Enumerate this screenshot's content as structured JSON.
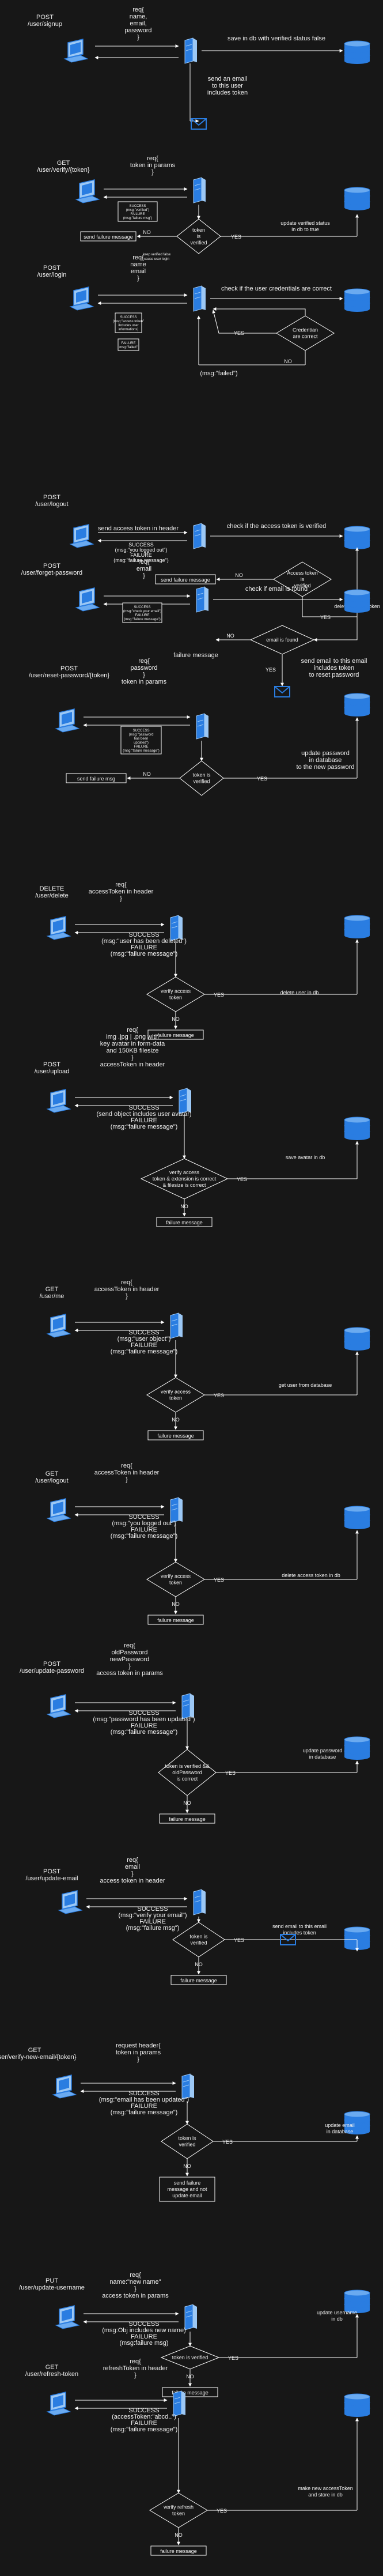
{
  "colors": {
    "background": "#171717",
    "line": "#ffffff",
    "text": "#f0f0f0",
    "icon_blue": "#2a7de1",
    "icon_light": "#9cc8f5"
  },
  "icons": {
    "client": "computer-icon",
    "server": "server-icon",
    "database": "database-icon",
    "mail": "mail-icon"
  },
  "sections": [
    {
      "id": "signup",
      "endpoint": [
        "POST",
        "/user/signup"
      ],
      "request": [
        "req{",
        "name,",
        "email,",
        "password",
        "}"
      ],
      "db_action": [
        "save in db with verified status false"
      ],
      "mail_note": [
        "send an email",
        "to this user",
        "includes token"
      ]
    },
    {
      "id": "verify-token",
      "endpoint": [
        "GET",
        "/user/verify/{token}"
      ],
      "request": [
        "req{",
        "token in params",
        "}"
      ],
      "response": [
        "SUCCESS",
        "(msg:\"verified\")",
        "FAILURE",
        "(msg:\"failure msg\")"
      ],
      "decision": [
        "token",
        "is",
        "verified"
      ],
      "yes": "YES",
      "no": "NO",
      "failure": "send failure message",
      "side_note": [
        "keep verified false",
        "cause user login"
      ],
      "db_action": [
        "update verified status",
        "in db to true"
      ]
    },
    {
      "id": "login",
      "endpoint": [
        "POST",
        "/user/login"
      ],
      "request": [
        "req{",
        "name",
        "email",
        "}"
      ],
      "response": [
        "SUCCESS",
        "(msg:\"access token\"",
        "includes user",
        "informations)"
      ],
      "response2": [
        "FAILURE",
        "msg:\"failed\""
      ],
      "db_action": [
        "check if the user credentials are correct"
      ],
      "decision": [
        "Credentian",
        "are correct"
      ],
      "yes": "YES",
      "no": "NO",
      "failure": "(msg:\"failed\")"
    },
    {
      "id": "logout",
      "endpoint": [
        "POST",
        "/user/logout"
      ],
      "request_line": "send access token in header",
      "response": [
        "SUCCESS",
        "(msg:\"you logged out\")",
        "FAILURE",
        "(msg:\"failure message\")"
      ],
      "db_action": [
        "check if the access token is verified"
      ],
      "decision": [
        "Access token",
        "is",
        "verified"
      ],
      "yes": "YES",
      "no": "NO",
      "failure": "send failure message",
      "db_action2": "delete access token"
    },
    {
      "id": "forget-password",
      "endpoint": [
        "POST",
        "/user/forget-password"
      ],
      "request": [
        "req{",
        "email",
        "}"
      ],
      "response": [
        "SUCCESS",
        "(msg:\"check your email\")",
        "FAILURE",
        "(msg:\"failure message\")"
      ],
      "db_action": [
        "check if email is found"
      ],
      "decision": [
        "email is found"
      ],
      "yes": "YES",
      "no": "NO",
      "failure": "failure message",
      "mail_note": [
        "send email to this email",
        "includes token",
        "to reset password"
      ]
    },
    {
      "id": "reset-password",
      "endpoint": [
        "POST",
        "/user/reset-password/{token}"
      ],
      "request": [
        "req{",
        "password",
        "}",
        "token in params"
      ],
      "response": [
        "SUCCESS",
        "(msg:\"password",
        "has been",
        "updated\")",
        "FAILURE",
        "(msg:\"failure message\")"
      ],
      "decision": [
        "token is",
        "verified"
      ],
      "yes": "YES",
      "no": "NO",
      "failure": "send failure msg",
      "db_action": [
        "update password",
        "in database",
        "to the new password"
      ]
    },
    {
      "id": "delete",
      "endpoint": [
        "DELETE",
        "/user/delete"
      ],
      "request": [
        "req{",
        "accessToken in header",
        "}"
      ],
      "response": [
        "SUCCESS",
        "(msg:\"user has been deleted\")",
        "FAILURE",
        "(msg:\"failure message\")"
      ],
      "decision": [
        "verify access",
        "token"
      ],
      "yes": "YES",
      "no": "NO",
      "failure": "failure message",
      "db_action": [
        "delete user in db"
      ]
    },
    {
      "id": "upload",
      "endpoint": [
        "POST",
        "/user/upload"
      ],
      "request": [
        "req{",
        "img .jpg | .png with",
        "key avatar in form-data",
        "and 150KB filesize",
        "}",
        "accessToken in header"
      ],
      "response": [
        "SUCCESS",
        "(send object includes user avatar)",
        "FAILURE",
        "(msg:\"failure message\")"
      ],
      "decision": [
        "verify access",
        "token & extension is correct",
        "& filesize is correct"
      ],
      "yes": "YES",
      "no": "NO",
      "failure": "failure message",
      "db_action": [
        "save avatar in db"
      ]
    },
    {
      "id": "me",
      "endpoint": [
        "GET",
        "/user/me"
      ],
      "request": [
        "req{",
        "accessToken in header",
        "}"
      ],
      "response": [
        "SUCCESS",
        "(msg:\"user object\")",
        "FAILURE",
        "(msg:\"failure message\")"
      ],
      "decision": [
        "verify access",
        "token"
      ],
      "yes": "YES",
      "no": "NO",
      "failure": "failure message",
      "db_action": [
        "get user from database"
      ]
    },
    {
      "id": "logout-2",
      "endpoint": [
        "GET",
        "/user/logout"
      ],
      "request": [
        "req{",
        "accessToken in header",
        "}"
      ],
      "response": [
        "SUCCESS",
        "(msg:\"you logged out\")",
        "FAILURE",
        "(msg:\"failure message\")"
      ],
      "decision": [
        "verify access",
        "token"
      ],
      "yes": "YES",
      "no": "NO",
      "failure": "failure message",
      "db_action": [
        "delete access token in db"
      ]
    },
    {
      "id": "update-password",
      "endpoint": [
        "POST",
        "/user/update-password"
      ],
      "request": [
        "req{",
        "oldPassword",
        "newPassword",
        "}",
        "access token in params"
      ],
      "response": [
        "SUCCESS",
        "(msg:\"password has been updated\")",
        "FAILURE",
        "(msg:\"failure message\")"
      ],
      "decision": [
        "token is verified &&",
        "oldPassword",
        "is correct"
      ],
      "yes": "YES",
      "no": "NO",
      "failure": "failure message",
      "db_action": [
        "update password",
        "in database"
      ]
    },
    {
      "id": "update-email",
      "endpoint": [
        "POST",
        "/user/update-email"
      ],
      "request": [
        "req{",
        "email",
        "}",
        "access token in header"
      ],
      "response": [
        "SUCCESS",
        "(msg:\"verify your email\")",
        "FAILURE",
        "(msg:\"failure msg\")"
      ],
      "decision": [
        "token is",
        "verified"
      ],
      "yes": "YES",
      "no": "NO",
      "failure": "failure message",
      "mail_note": [
        "send email to this email",
        "includes token"
      ]
    },
    {
      "id": "verify-new-email",
      "endpoint": [
        "GET",
        "/user/verify-new-email/{token}"
      ],
      "request": [
        "request header{",
        "token in params",
        "}"
      ],
      "response": [
        "SUCCESS",
        "(msg:\"email has been updated\")",
        "FAILURE",
        "(msg:\"failure message\")"
      ],
      "decision": [
        "token is",
        "verified"
      ],
      "yes": "YES",
      "no": "NO",
      "failure": [
        "send failure",
        "message and not",
        "update email"
      ],
      "db_action": [
        "update email",
        "in database"
      ]
    },
    {
      "id": "update-username",
      "endpoint": [
        "PUT",
        "/user/update-username"
      ],
      "request": [
        "req{",
        "name:\"new name\"",
        "}",
        "access token in params"
      ],
      "response": [
        "SUCCESS",
        "(msg:Obj includes new name)",
        "FAILURE",
        "(msg:failure msg)"
      ],
      "decision": [
        "token is verified"
      ],
      "yes": "YES",
      "no": "NO",
      "failure": "failure message",
      "db_action": [
        "update username",
        "in db"
      ]
    },
    {
      "id": "refresh-token",
      "endpoint": [
        "GET",
        "/user/refresh-token"
      ],
      "request": [
        "req{",
        "refreshToken in header",
        "}"
      ],
      "response": [
        "SUCCESS",
        "(accessToken:\"abcd..\")",
        "FAILURE",
        "(msg:\"failure message\")"
      ],
      "decision": [
        "verify refresh",
        "token"
      ],
      "yes": "YES",
      "no": "NO",
      "failure": "failure message",
      "db_action": [
        "make new accessToken",
        "and store in db"
      ]
    }
  ]
}
